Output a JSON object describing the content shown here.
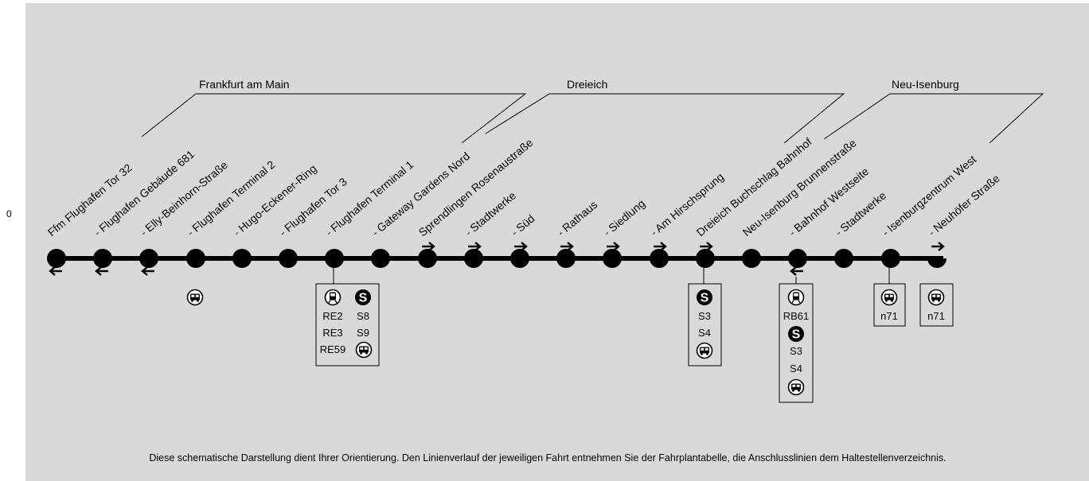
{
  "axis_label": "0",
  "regions": [
    {
      "name": "Frankfurt am Main"
    },
    {
      "name": "Dreieich"
    },
    {
      "name": "Neu-Isenburg"
    }
  ],
  "stops": [
    {
      "name": "Ffm Flughafen Tor 32",
      "dir": "left"
    },
    {
      "name": "- Flughafen Gebäude 681",
      "dir": "left"
    },
    {
      "name": "- Elly-Beinhorn-Straße",
      "dir": "left"
    },
    {
      "name": "- Flughafen Terminal 2",
      "dir": ""
    },
    {
      "name": "- Hugo-Eckener-Ring",
      "dir": ""
    },
    {
      "name": "- Flughafen Tor 3",
      "dir": ""
    },
    {
      "name": "- Flughafen Terminal 1",
      "dir": ""
    },
    {
      "name": "- Gateway Gardens Nord",
      "dir": ""
    },
    {
      "name": "Sprendlingen Rosenaustraße",
      "dir": "right"
    },
    {
      "name": "- Stadtwerke",
      "dir": "right"
    },
    {
      "name": "- Süd",
      "dir": "right"
    },
    {
      "name": "- Rathaus",
      "dir": "right"
    },
    {
      "name": "- Siedlung",
      "dir": "right"
    },
    {
      "name": "- Am Hirschsprung",
      "dir": "right"
    },
    {
      "name": "Dreieich Buchschlag Bahnhof",
      "dir": "right"
    },
    {
      "name": "Neu-Isenburg Brunnenstraße",
      "dir": ""
    },
    {
      "name": "- Bahnhof Westseite",
      "dir": "left"
    },
    {
      "name": "- Stadtwerke",
      "dir": ""
    },
    {
      "name": "- Isenburgzentrum West",
      "dir": ""
    },
    {
      "name": "- Neuhöfer Straße",
      "dir": "right"
    }
  ],
  "connections": {
    "terminal1": {
      "rail": [
        "RE2",
        "RE3",
        "RE59"
      ],
      "sbahn": [
        "S8",
        "S9"
      ]
    },
    "buchschlag": {
      "sbahn": [
        "S3",
        "S4"
      ]
    },
    "westseite": {
      "rail": [
        "RB61"
      ],
      "sbahn": [
        "S3",
        "S4"
      ]
    },
    "isenburgzentrum": {
      "bus": [
        "n71"
      ]
    },
    "neuhoefer": {
      "bus": [
        "n71"
      ]
    }
  },
  "icons": {
    "bus": "bus-icon",
    "train": "train-icon",
    "sbahn": "s-bahn-icon",
    "arrow_left": "arrow-left-icon",
    "arrow_right": "arrow-right-icon"
  },
  "footnote": "Diese schematische Darstellung dient Ihrer Orientierung. Den Linienverlauf der jeweiligen Fahrt entnehmen Sie der Fahrplantabelle, die Anschlusslinien dem Haltestellenverzeichnis."
}
